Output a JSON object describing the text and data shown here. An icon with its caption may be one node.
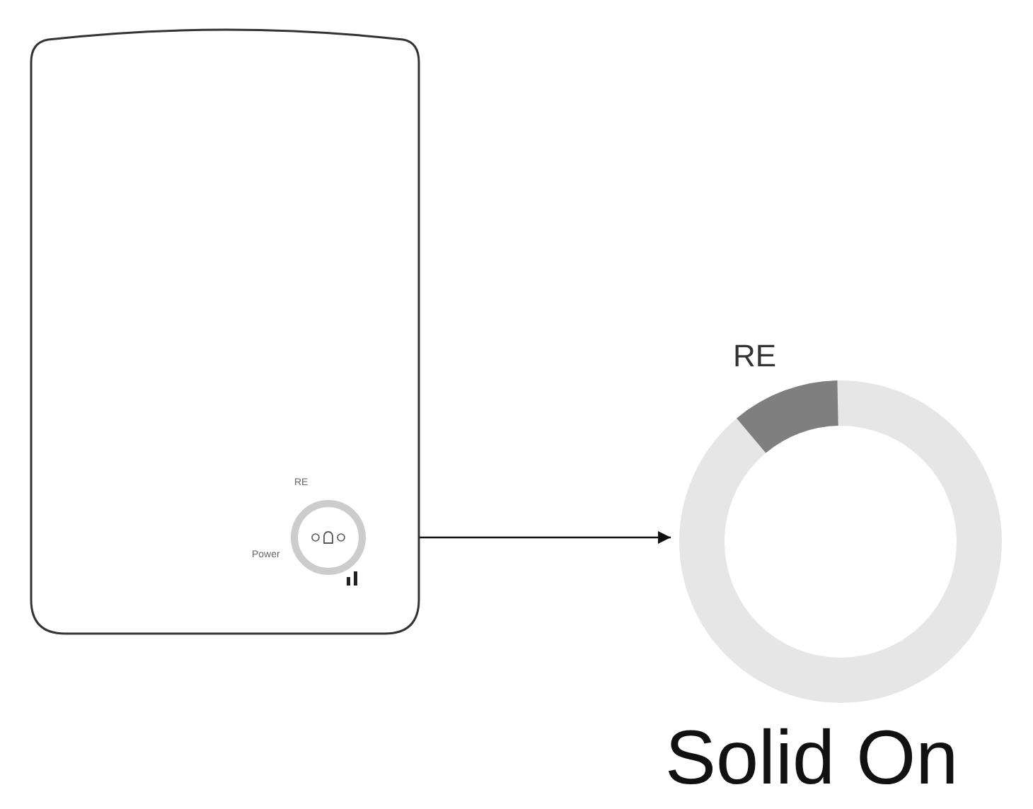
{
  "diagram": {
    "nodes": [
      {
        "text": [],
        "shape": "box"
      },
      {
        "text": [],
        "shape": "circle",
        "in": 0
      },
      {
        "text": [
          "RE"
        ],
        "beside": [
          "Solid On"
        ]
      }
    ],
    "edges": [
      {
        "from": 1,
        "to": 2,
        "arrow": "to"
      }
    ],
    "labels": [
      "RE",
      "Power"
    ]
  }
}
